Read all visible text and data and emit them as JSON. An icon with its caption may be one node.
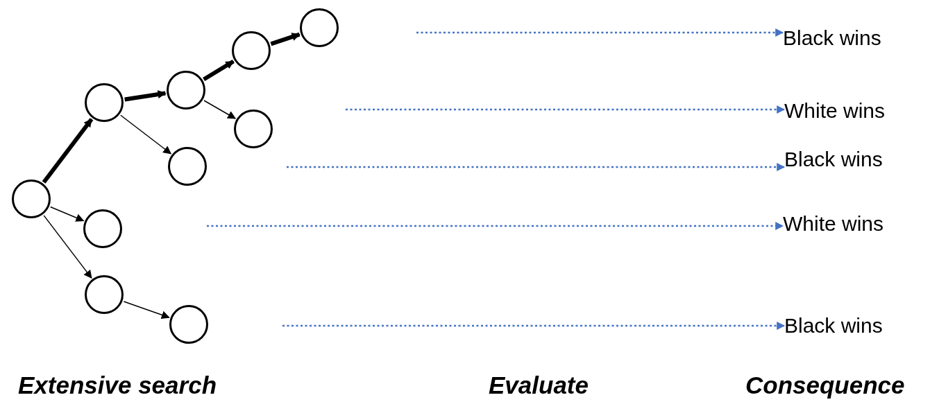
{
  "diagram": {
    "nodes": [
      {
        "text": [],
        "shape": "circle"
      },
      {
        "text": [],
        "shape": "circle"
      },
      {
        "text": [],
        "shape": "circle"
      },
      {
        "text": [],
        "shape": "circle"
      },
      {
        "text": [],
        "shape": "circle"
      },
      {
        "text": [],
        "shape": "circle"
      },
      {
        "text": [],
        "shape": "circle"
      },
      {
        "text": [],
        "shape": "circle"
      },
      {
        "text": [],
        "shape": "circle"
      },
      {
        "text": [],
        "shape": "circle"
      },
      {
        "text": [
          "Black wins"
        ]
      },
      {
        "text": [
          "White wins"
        ]
      },
      {
        "text": [
          "Black wins"
        ]
      },
      {
        "text": [
          "White wins"
        ]
      },
      {
        "text": [
          "Black wins"
        ]
      }
    ],
    "edges": [
      {
        "from": 0,
        "to": 1,
        "arrow": "to",
        "style": "thick"
      },
      {
        "from": 1,
        "to": 2,
        "arrow": "to",
        "style": "thick"
      },
      {
        "from": 2,
        "to": 3,
        "arrow": "to",
        "style": "thick"
      },
      {
        "from": 3,
        "to": 4,
        "arrow": "to",
        "style": "thick"
      },
      {
        "from": 2,
        "to": 5,
        "arrow": "to"
      },
      {
        "from": 1,
        "to": 6,
        "arrow": "to"
      },
      {
        "from": 0,
        "to": 7,
        "arrow": "to"
      },
      {
        "from": 0,
        "to": 8,
        "arrow": "to"
      },
      {
        "from": 8,
        "to": 9,
        "arrow": "to"
      },
      {
        "from": null,
        "to": 10,
        "arrow": "to",
        "style": "dashed",
        "color": "#4472c4"
      },
      {
        "from": null,
        "to": 11,
        "arrow": "to",
        "style": "dashed",
        "color": "#4472c4"
      },
      {
        "from": null,
        "to": 12,
        "arrow": "to",
        "style": "dashed",
        "color": "#4472c4"
      },
      {
        "from": null,
        "to": 13,
        "arrow": "to",
        "style": "dashed",
        "color": "#4472c4"
      },
      {
        "from": null,
        "to": 14,
        "arrow": "to",
        "style": "dashed",
        "color": "#4472c4"
      }
    ],
    "labels": [
      "Extensive search",
      "Evaluate",
      "Consequence"
    ]
  }
}
